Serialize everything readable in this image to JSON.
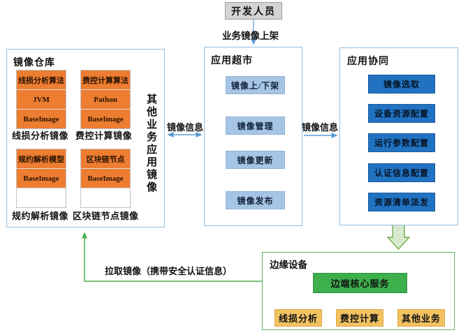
{
  "diagram": {
    "developer": {
      "label": "开发人员"
    },
    "dev_arrow_label": "业务镜像上架",
    "repo": {
      "title": "镜像仓库",
      "vertical_note": "其他业务应用镜像",
      "stacks": [
        {
          "layers": [
            "线损分析算法",
            "JVM",
            "BaseImage"
          ],
          "caption": "线损分析镜像",
          "empty_slot": false
        },
        {
          "layers": [
            "费控计算算法",
            "Pathon",
            "BaseImage"
          ],
          "caption": "费控计算镜像",
          "empty_slot": false
        },
        {
          "layers": [
            "规约解析模型",
            "BaseImage"
          ],
          "caption": "规约解析镜像",
          "empty_slot": true
        },
        {
          "layers": [
            "区块链节点",
            "BaseImage"
          ],
          "caption": "区块链节点镜像",
          "empty_slot": true
        }
      ]
    },
    "market": {
      "title": "应用超市",
      "buttons": [
        "镜像上/下架",
        "镜像管理",
        "镜像更新",
        "镜像发布"
      ]
    },
    "collab": {
      "title": "应用协同",
      "buttons": [
        "镜像选取",
        "设备资源配置",
        "运行参数配置",
        "认证信息配置",
        "资源清单派发"
      ]
    },
    "edge": {
      "title": "边缘设备",
      "core": "边端核心服务",
      "services": [
        "线损分析",
        "费控计算",
        "其他业务"
      ]
    },
    "links": {
      "left_info": "镜像信息",
      "right_info": "镜像信息",
      "pull_label": "拉取镜像（携带安全认证信息）"
    }
  },
  "colors": {
    "orange_layer": "#ed7d31",
    "light_blue_button": "#a6c4e4",
    "dark_blue_button": "#2173c2",
    "container_border_blue": "#93bede",
    "edge_border_green": "#5cb85f",
    "core_green": "#3daf4b",
    "service_gold": "#f2c262",
    "arrow_blue": "#5b9bd5",
    "arrow_green": "#4caf50",
    "hollow_arrow_fill": "#d9e9cf",
    "hollow_arrow_stroke": "#70ad47",
    "developer_gray": "#d4d4d4"
  }
}
